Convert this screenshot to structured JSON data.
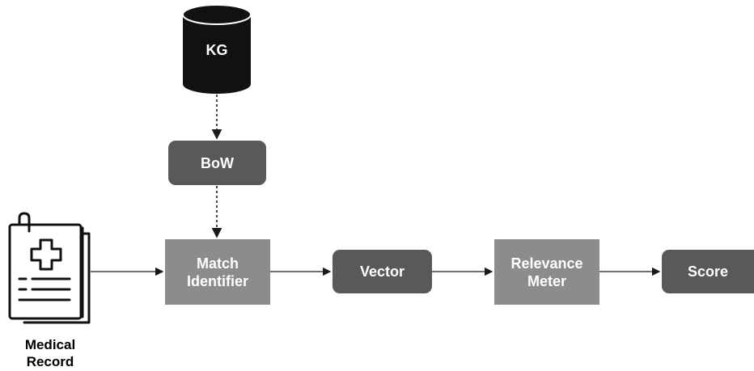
{
  "nodes": {
    "kg": "KG",
    "bow": "BoW",
    "match": "Match Identifier",
    "vector": "Vector",
    "relevance": "Relevance Meter",
    "score": "Score"
  },
  "medical_record": {
    "label": "Medical Record",
    "icon": "medical-record-icon"
  },
  "colors": {
    "database": "#111111",
    "dark_box": "#595959",
    "light_box": "#8c8c8c",
    "arrow": "#1a1a1a"
  }
}
